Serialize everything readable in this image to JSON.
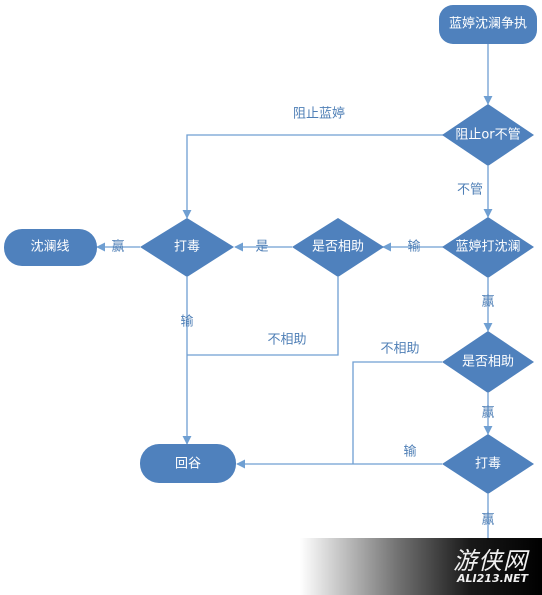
{
  "nodes": {
    "start": "蓝婷沈澜争执",
    "decide_stop": "阻止or不管",
    "fight_shen": "蓝婷打沈澜",
    "help_left": "是否相助",
    "poison_left": "打毒",
    "shen_line": "沈澜线",
    "help_right": "是否相助",
    "poison_right": "打毒",
    "huigu": "回谷"
  },
  "edges": {
    "stop_lanting": "阻止蓝婷",
    "ignore": "不管",
    "lose_left": "输",
    "yes": "是",
    "win_left": "赢",
    "lose_poison": "输",
    "no_help_left": "不相助",
    "win_fight": "赢",
    "no_help_right": "不相助",
    "win_help": "赢",
    "lose_right": "输",
    "win_bottom": "赢"
  },
  "watermark": {
    "logo": "游侠网",
    "url": "ALI213.NET"
  },
  "colors": {
    "node_fill": "#4f81bd",
    "edge_stroke": "#6f9fd2",
    "label_text": "#4f7fb6"
  }
}
